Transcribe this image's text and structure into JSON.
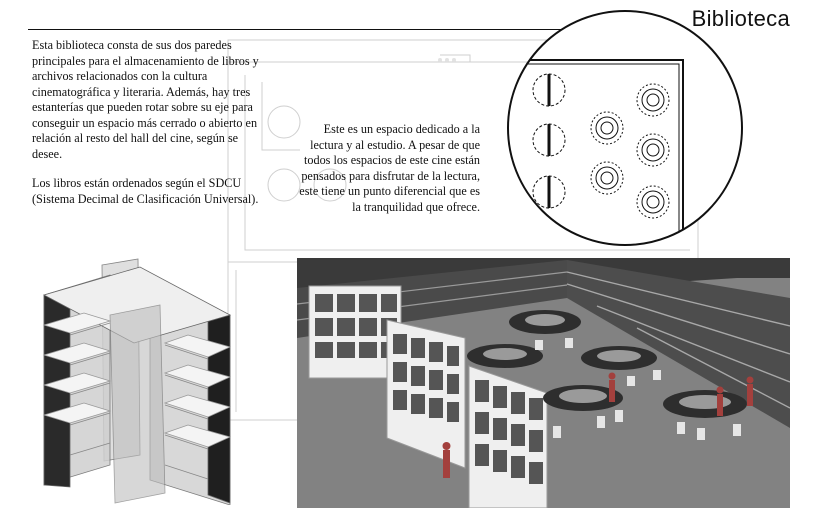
{
  "header": {
    "title": "Biblioteca"
  },
  "description": {
    "paragraph_1": "Esta biblioteca consta de sus dos paredes principales para el almacenamiento de libros y archivos relacionados con la cultura cinematográfica y literaria. Además, hay tres estanterías que pueden rotar sobre su eje para conseguir un espacio más cerrado o abierto en relación al resto del hall del cine, según se desee.",
    "paragraph_2": "Los libros están ordenados según el SDCU (Sistema Decimal de Clasificación Universal).",
    "center_text": "Este es un espacio dedicado a la lectura y al estudio. A pesar de que todos los espacios de este cine están pensados para disfrutar de la lectura, este tiene un punto diferencial que es la tranquilidad que ofrece."
  },
  "colors": {
    "line": "#111111",
    "plan_line": "#c8c8c8",
    "render_floor": "#7a7a7a",
    "render_wall": "#3d3d3d",
    "shelf_white": "#eeeeee",
    "figure_red": "#a3403d",
    "table_dark": "#2e2e2e"
  }
}
